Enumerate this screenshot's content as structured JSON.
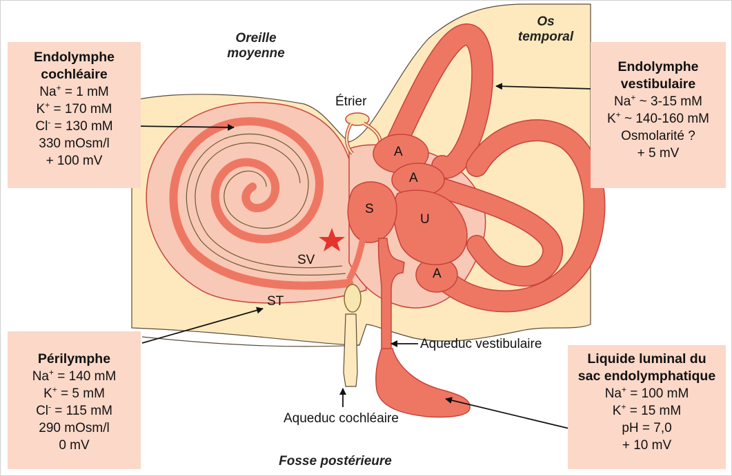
{
  "regions": {
    "middle_ear": [
      "Oreille",
      "moyenne"
    ],
    "temporal_bone": [
      "Os",
      "temporal"
    ],
    "posterior_fossa": "Fosse postérieure"
  },
  "structures": {
    "stapes": "Étrier",
    "scala_vestibuli": "SV",
    "scala_tympani": "ST",
    "saccule": "S",
    "utricle": "U",
    "ampulla": "A",
    "vestibular_aqueduct": "Aqueduc vestibulaire",
    "cochlear_aqueduct": "Aqueduc cochléaire"
  },
  "boxes": {
    "cochlear_endolymph": {
      "title": [
        "Endolymphe",
        "cochléaire"
      ],
      "lines": [
        "Na+ = 1 mM",
        "K+ = 170 mM",
        "Cl- = 130 mM",
        "330 mOsm/l",
        "+ 100 mV"
      ]
    },
    "vestibular_endolymph": {
      "title": [
        "Endolymphe",
        "vestibulaire"
      ],
      "lines": [
        "Na+ ~ 3-15 mM",
        "K+ ~ 140-160 mM",
        "Osmolarité ?",
        "+ 5 mV"
      ]
    },
    "perilymph": {
      "title": [
        "Périlymphe"
      ],
      "lines": [
        "Na+ = 140 mM",
        "K+ = 5 mM",
        "Cl- = 115 mM",
        "290 mOsm/l",
        "0 mV"
      ]
    },
    "endolymphatic_sac": {
      "title": [
        "Liquide luminal du",
        "sac endolymphatique"
      ],
      "lines": [
        "Na+ = 100 mM",
        "K+ = 15 mM",
        "pH = 7,0",
        "+ 10 mV"
      ]
    }
  },
  "colors": {
    "bone": "#fde9bd",
    "perilymph_fill": "#f8c9b6",
    "endolymph": "#ee7763",
    "outline": "#c8423a",
    "box": "#fbd8c8",
    "star": "#e5342c"
  }
}
